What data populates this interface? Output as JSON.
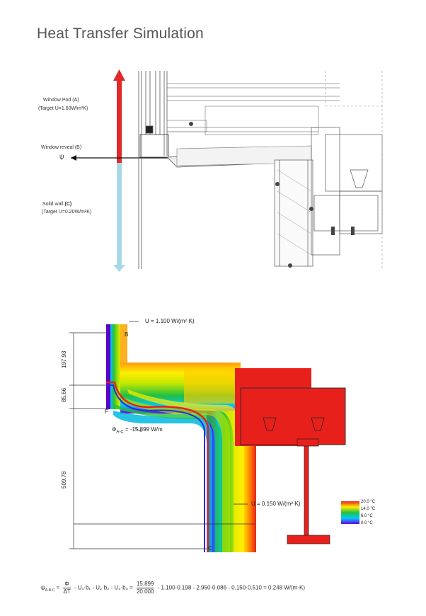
{
  "title": "Heat Transfer Simulation",
  "section_drawing": {
    "window_pod_label": "Window Pod (A)",
    "window_pod_target": "(Target U=1.60W/m²K)",
    "window_reveal_label": "Window reveal (B)",
    "window_reveal_symbol": "ψ",
    "solid_wall_label": "Solid wall",
    "solid_wall_code": "(C)",
    "solid_wall_target": "(Target U=0.20W/m²K)"
  },
  "simulation": {
    "u_window": "U = 1.100 W/(m²·K)",
    "u_wall": "U = 0.150 W/(m²·K)",
    "phi": "Φ",
    "phi_sub": "A-C",
    "phi_value": "= -15.899 W/m",
    "dim_top": "197.93",
    "dim_mid": "85.66",
    "dim_bottom": "509.78",
    "point_b": "B",
    "point_f": "F",
    "point_c": "C",
    "legend": [
      "20.0 °C",
      "14.0 °C",
      "6.0 °C",
      "0.0 °C"
    ],
    "colors": {
      "hot": "#e8201c",
      "warm": "#ff8c00",
      "mid": "#ffee00",
      "cool": "#22c040",
      "cold": "#00c8ff",
      "coldest": "#6a00d8"
    }
  },
  "formula": {
    "lhs": "ψ",
    "lhs_sub": "A-B-C",
    "eq1": "=",
    "frac1_num": "Φ",
    "frac1_den": "ΔT",
    "terms": "- U₁·b₁ - U₂·b₂ - U₃·b₃ =",
    "frac2_num": "15.899",
    "frac2_den": "20.000",
    "tail": "- 1.100·0.198 - 2.950·0.086 - 0.150·0.510 = 0.248 W/(m·K)"
  }
}
